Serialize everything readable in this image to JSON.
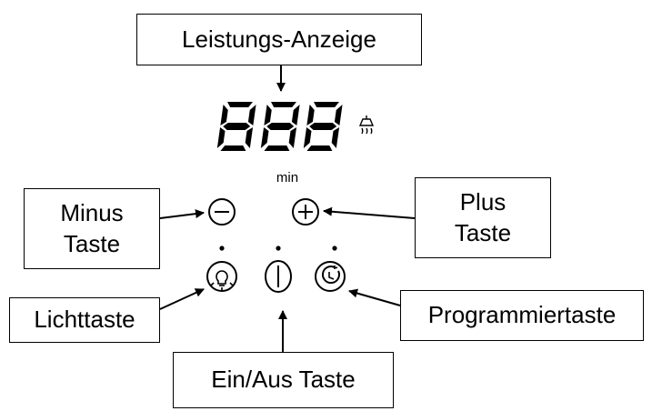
{
  "callouts": {
    "display": "Leistungs-Anzeige",
    "minus_line1": "Minus",
    "minus_line2": "Taste",
    "plus_line1": "Plus",
    "plus_line2": "Taste",
    "light": "Lichttaste",
    "program": "Programmiertaste",
    "power": "Ein/Aus Taste"
  },
  "panel": {
    "display_digits": "888",
    "unit": "min"
  },
  "icons": {
    "fan": "fan-hood-icon",
    "minus": "minus-circle-icon",
    "plus": "plus-circle-icon",
    "light": "bulb-icon",
    "power": "power-icon",
    "timer": "clock-timer-icon"
  }
}
